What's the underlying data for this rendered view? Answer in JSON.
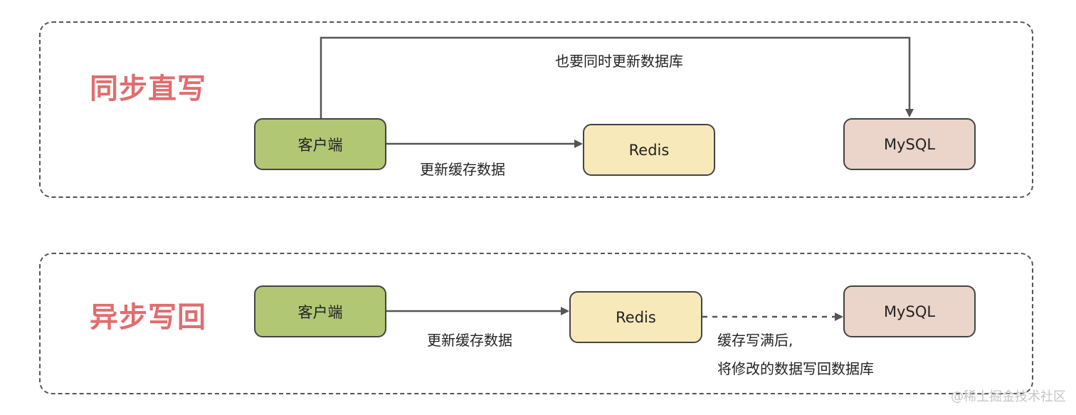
{
  "sync": {
    "title": "同步直写",
    "client_label": "客户端",
    "redis_label": "Redis",
    "mysql_label": "MySQL",
    "edge_cache_label": "更新缓存数据",
    "edge_db_label": "也要同时更新数据库"
  },
  "async": {
    "title": "异步写回",
    "client_label": "客户端",
    "redis_label": "Redis",
    "mysql_label": "MySQL",
    "edge_cache_label": "更新缓存数据",
    "edge_writeback_line1": "缓存写满后,",
    "edge_writeback_line2": "将修改的数据写回数据库"
  },
  "watermark": "@稀土掘金技术社区",
  "colors": {
    "title": "#e06d6f",
    "client_fill": "#b1c774",
    "redis_fill": "#f7e9b9",
    "mysql_fill": "#ebd4c9",
    "stroke": "#444444",
    "edge": "#555555"
  }
}
